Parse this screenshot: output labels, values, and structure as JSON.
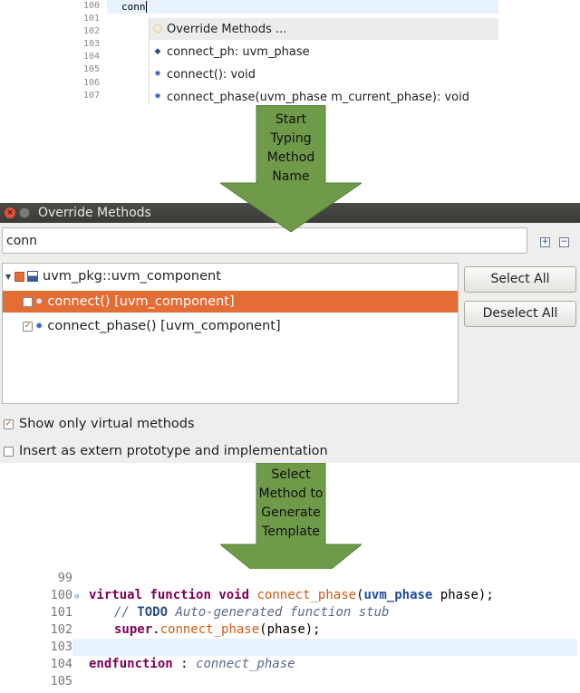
{
  "top_editor": {
    "line_numbers": [
      "100",
      "101",
      "102",
      "103",
      "104",
      "105",
      "106",
      "107"
    ],
    "typed_text": "conn",
    "proposals": [
      {
        "icon": "lightbulb-icon",
        "label": "Override Methods ..."
      },
      {
        "icon": "method-diamond-icon",
        "label": "connect_ph: uvm_phase"
      },
      {
        "icon": "method-gear-icon",
        "label": "connect(): void"
      },
      {
        "icon": "method-gear-icon",
        "label": "connect_phase(uvm_phase m_current_phase): void"
      }
    ]
  },
  "arrows": {
    "first": [
      "Start",
      "Typing",
      "Method",
      "Name"
    ],
    "second": [
      "Select",
      "Method to",
      "Generate",
      "Template"
    ],
    "color": "#6e9a4a"
  },
  "dialog": {
    "title": "Override Methods",
    "filter_value": "conn",
    "tree": {
      "root_label": "uvm_pkg::uvm_component",
      "items": [
        {
          "label": "connect()  [uvm_component]",
          "checked": false,
          "selected": true
        },
        {
          "label": "connect_phase()  [uvm_component]",
          "checked": true,
          "selected": false
        }
      ]
    },
    "buttons": {
      "select_all": "Select All",
      "deselect_all": "Deselect All"
    },
    "options": {
      "show_only_virtual": {
        "label": "Show only virtual methods",
        "checked": true
      },
      "insert_extern": {
        "label": "Insert as extern prototype and implementation",
        "checked": false
      }
    },
    "accent_color": "#e46d36"
  },
  "bottom_editor": {
    "line_numbers": [
      "99",
      "100",
      "101",
      "102",
      "103",
      "104",
      "105"
    ],
    "code": {
      "l100": {
        "kw1": "virtual",
        "kw2": "function",
        "kw3": "void",
        "fn": "connect_phase",
        "p1": "(",
        "ty": "uvm_phase",
        "rest": " phase);"
      },
      "l101": {
        "prefix": "// ",
        "todo": "TODO",
        "comment": " Auto-generated function stub"
      },
      "l102": {
        "kw": "super",
        "dot": ".",
        "fn": "connect_phase",
        "rest": "(phase);"
      },
      "l104": {
        "kw": "endfunction",
        "sep": " : ",
        "comment": "connect_phase"
      }
    }
  }
}
